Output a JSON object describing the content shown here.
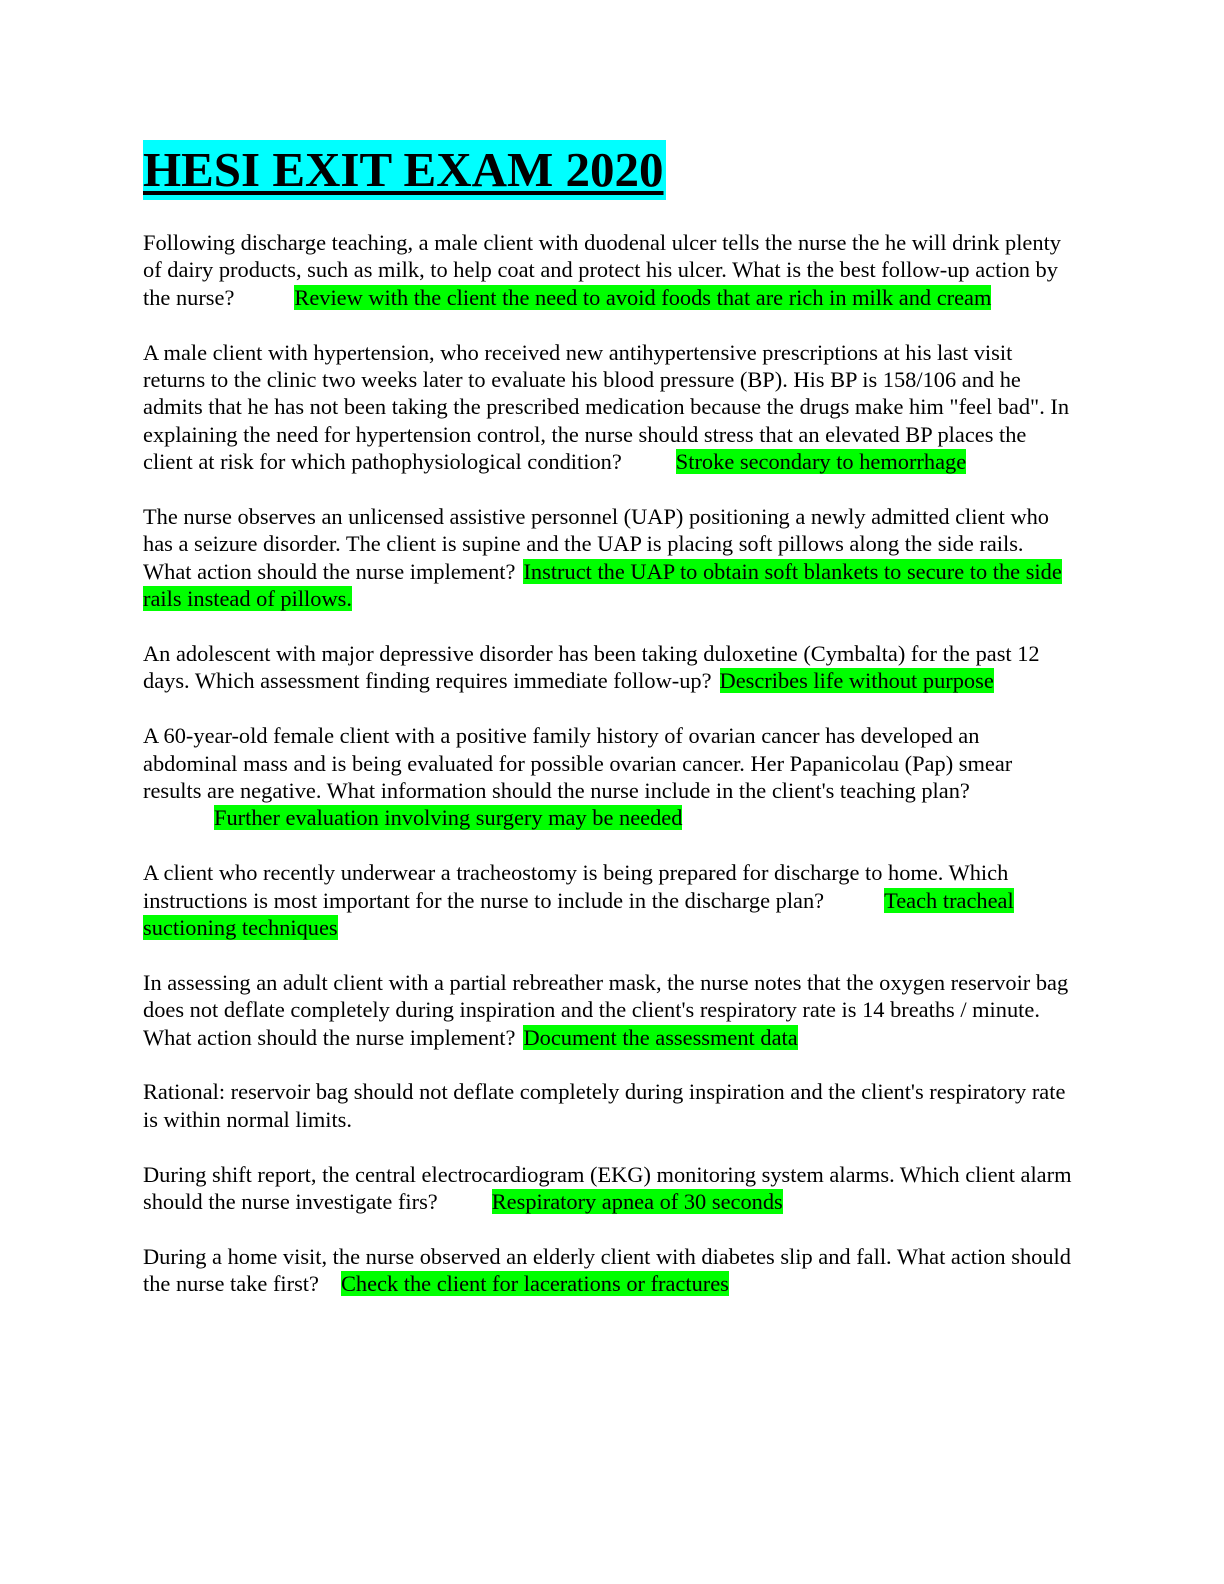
{
  "colors": {
    "title_highlight": "#00FFFF",
    "answer_highlight": "#00FF00",
    "text": "#000000"
  },
  "title": "HESI EXIT EXAM  2020",
  "questions": [
    {
      "question": "Following discharge teaching, a male client with duodenal ulcer tells the nurse the he will drink plenty of dairy products, such as milk, to help coat and protect his ulcer. What is the best follow-up action by the nurse?",
      "answer": "Review with the client the need to avoid foods that are rich in milk and cream"
    },
    {
      "question": "A male client with hypertension, who received new antihypertensive prescriptions at his last visit returns to the clinic two weeks later to evaluate his blood pressure (BP). His BP is 158/106 and he admits that he has not been taking the prescribed medication because the drugs make him \"feel bad\". In explaining the need for hypertension control, the nurse should stress that an elevated BP places the client at risk for which pathophysiological condition?",
      "answer": "Stroke secondary to hemorrhage"
    },
    {
      "question": "The nurse observes an unlicensed assistive personnel (UAP) positioning a newly admitted client who has a seizure disorder. The client is supine and the UAP is placing soft pillows along the side rails. What action should the nurse implement?",
      "answer": "Instruct the UAP to obtain soft blankets to secure to the side rails instead of pillows."
    },
    {
      "question": "An adolescent with major depressive disorder has been taking duloxetine (Cymbalta) for the past 12 days. Which assessment finding requires immediate follow-up?",
      "answer": "Describes life without purpose"
    },
    {
      "question": "A 60-year-old female client with a positive family history of ovarian cancer has developed an abdominal mass and is being evaluated for possible ovarian cancer. Her Papanicolau (Pap) smear results are negative. What information should the nurse include in the client's teaching plan?",
      "answer": "Further evaluation involving surgery may be needed"
    },
    {
      "question": "A client who recently underwear a tracheostomy is being prepared for discharge to home. Which instructions is most important for the nurse to include in the discharge plan?",
      "answer": "Teach tracheal suctioning techniques"
    },
    {
      "question": "In assessing an adult client with a partial rebreather mask, the nurse notes that the oxygen reservoir bag does not deflate completely during inspiration and the client's respiratory rate is 14 breaths / minute. What action should the nurse implement?",
      "answer": "Document the assessment data"
    },
    {
      "note": "Rational: reservoir bag should not deflate completely during inspiration and the client's respiratory rate is within normal limits."
    },
    {
      "question": "During shift report, the central electrocardiogram (EKG) monitoring system alarms. Which client alarm should the nurse investigate firs?",
      "answer": "Respiratory apnea of 30 seconds"
    },
    {
      "question": "During a home visit, the nurse observed an elderly client with diabetes slip and fall. What action should the nurse take first?",
      "answer": "Check the client for lacerations or fractures"
    }
  ]
}
